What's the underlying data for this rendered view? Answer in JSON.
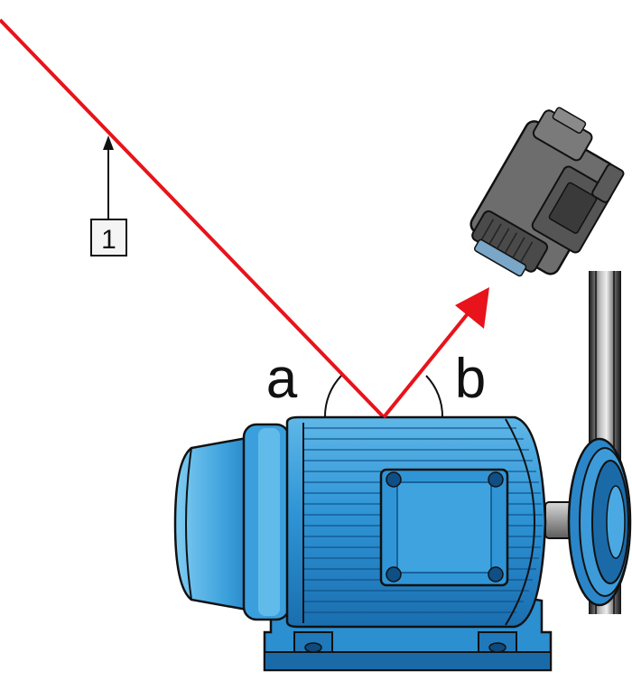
{
  "labels": {
    "callout_1": "1",
    "angle_a": "a",
    "angle_b": "b"
  },
  "colors": {
    "ray": "#e8131b",
    "motor_blue": "#2b8fd0",
    "motor_light": "#6cc2ee",
    "motor_dark": "#16639e",
    "camera_gray": "#6d6d6d",
    "outline": "#111111"
  },
  "icons": [
    "incident-ray",
    "reflected-ray-arrow",
    "electric-motor",
    "thermal-camera",
    "pulley-belt",
    "callout-box"
  ]
}
